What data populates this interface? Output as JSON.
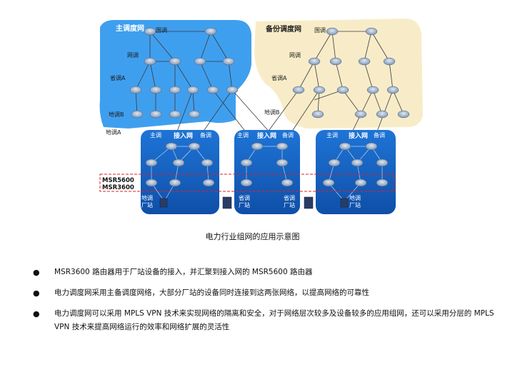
{
  "diagram": {
    "main_net_title": "主调度网",
    "backup_net_title": "备份调度网",
    "level_national": "国调",
    "level_regional": "网调",
    "level_province": "省调A",
    "level_local_b": "地调B",
    "level_local_a": "地调A",
    "access_main": "主调",
    "access_net": "接入网",
    "access_backup": "备调",
    "router_msr5600": "MSR5600",
    "router_msr3600": "MSR3600",
    "plant_station": "厂站",
    "local_tag": "地调",
    "province_tag": "省调"
  },
  "caption": "电力行业组网的应用示意图",
  "bullets": [
    "MSR3600 路由器用于厂站设备的接入，并汇聚到接入网的 MSR5600 路由器",
    "电力调度网采用主备调度网络，大部分厂站的设备同时连接到这两张网络，以提高网络的可靠性",
    "电力调度网可以采用 MPLS VPN 技术来实现网络的隔离和安全，对于网络层次较多及设备较多的应用组网，还可以采用分层的 MPLS VPN 技术来提高网络运行的效率和网络扩展的灵活性"
  ],
  "colors": {
    "main_net": "#2f97ee",
    "backup_net": "#f8ecc8",
    "access_net": "#1565c8",
    "highlight": "#e02020"
  }
}
